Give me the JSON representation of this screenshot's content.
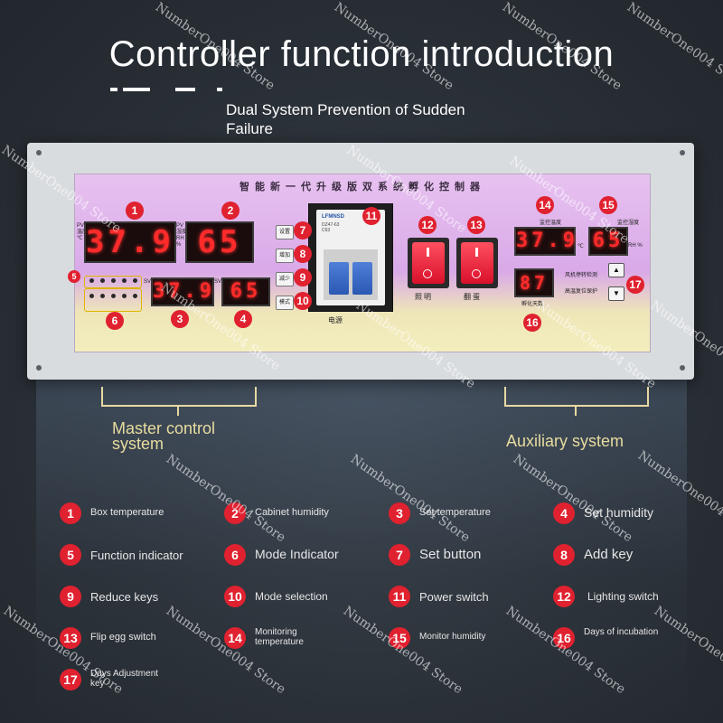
{
  "page": {
    "title": "Controller function introduction",
    "subtitle": "Dual System Prevention of Sudden Failure"
  },
  "controller": {
    "panel_title": "智能新一代升级版双系统孵化控制器",
    "master": {
      "pv_temp": "37.9",
      "pv_humidity": "65",
      "sv_temp": "37.9",
      "sv_humidity": "65",
      "left_tags": [
        "PV",
        "温度",
        "℃"
      ],
      "mid_tags": [
        "PV",
        "湿度",
        "RH",
        "%"
      ],
      "sv_tag": "SV",
      "buttons": [
        "设置",
        "增加",
        "减少",
        "模式"
      ]
    },
    "breaker": {
      "brand": "LFMNSD",
      "spec_lines": [
        "DZ47-63",
        "C63"
      ],
      "label": "电源"
    },
    "rockers": [
      {
        "label": "照明"
      },
      {
        "label": "翻蛋"
      }
    ],
    "aux": {
      "monitor_temp_label": "监控温度",
      "monitor_humidity_label": "监控湿度",
      "monitor_temp": "37.9",
      "monitor_humidity": "65",
      "temp_unit": "℃",
      "humidity_unit": "RH %",
      "days": "87",
      "days_label": "孵化天数",
      "note_1": "风机停转检测",
      "note_2": "高温复位保护",
      "up_arrow": "▲",
      "down_arrow": "▼"
    },
    "badges": [
      "1",
      "2",
      "3",
      "4",
      "5",
      "6",
      "7",
      "8",
      "9",
      "10",
      "11",
      "12",
      "13",
      "14",
      "15",
      "16",
      "17"
    ]
  },
  "groups": {
    "master_label": "Master control system",
    "aux_label": "Auxiliary system"
  },
  "legend": [
    {
      "num": "1",
      "text": "Box temperature"
    },
    {
      "num": "2",
      "text": "Cabinet humidity"
    },
    {
      "num": "3",
      "text": "Set temperature"
    },
    {
      "num": "4",
      "text": "Set humidity"
    },
    {
      "num": "5",
      "text": "Function indicator"
    },
    {
      "num": "6",
      "text": "Mode Indicator"
    },
    {
      "num": "7",
      "text": "Set button"
    },
    {
      "num": "8",
      "text": "Add key"
    },
    {
      "num": "9",
      "text": "Reduce keys"
    },
    {
      "num": "10",
      "text": "Mode selection"
    },
    {
      "num": "11",
      "text": "Power switch"
    },
    {
      "num": "12",
      "text": "Lighting switch"
    },
    {
      "num": "13",
      "text": "Flip egg switch"
    },
    {
      "num": "14",
      "text": "Monitoring temperature"
    },
    {
      "num": "15",
      "text": "Monitor humidity"
    },
    {
      "num": "16",
      "text": "Days of incubation"
    },
    {
      "num": "17",
      "text": "Days Adjustment key"
    }
  ],
  "watermark": "NumberOne004 Store",
  "colors": {
    "background": "#2b3138",
    "badge_red": "#e0212f",
    "led_red": "#ff2b2b",
    "label_gold": "#e8dc9f",
    "face_purple": "#d9a9e8"
  }
}
